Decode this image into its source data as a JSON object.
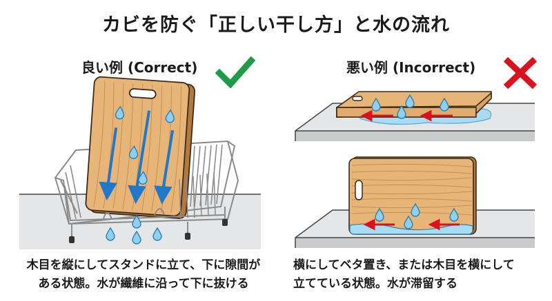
{
  "title": "カビを防ぐ「正しい干し方」と水の流れ",
  "panels": {
    "good": {
      "label": "良い例 (Correct)",
      "mark_icon": "check-icon",
      "mark_color": "#1e9a48",
      "caption_line1": "木目を縦にしてスタンドに立て、下に隙間が",
      "caption_line2": "ある状態。水が繊維に沿って下に抜ける",
      "flow_arrow_color": "#1f78c8",
      "flow_direction": "down"
    },
    "bad": {
      "label": "悪い例 (Incorrect)",
      "mark_icon": "cross-icon",
      "mark_color": "#d9131e",
      "caption_line1": "横にしてベタ置き、または木目を横にして",
      "caption_line2": "立てている状態。水が滞留する",
      "flow_arrow_color": "#d9131e",
      "flow_direction": "left"
    }
  },
  "colors": {
    "wood": "#e8b579",
    "wood_grain": "#c98f52",
    "wood_edge": "#b27a3f",
    "outline": "#3a2a1a",
    "water_drop": "#8fd0ee",
    "water_outline": "#2d7fb0",
    "counter_top": "#e4e6e8",
    "counter_front": "#c9cbcd",
    "wire": "#8a8a8a"
  }
}
